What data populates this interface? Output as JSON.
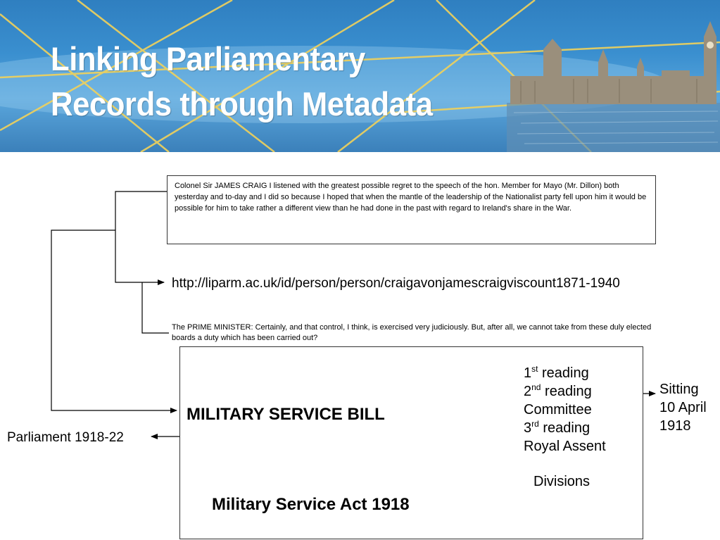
{
  "banner": {
    "title_line1": "Linking Parliamentary",
    "title_line2": "Records through Metadata"
  },
  "quote": {
    "text": "Colonel Sir JAMES CRAIG I listened with the greatest possible regret to the speech of the hon. Member for Mayo (Mr. Dillon) both yesterday and to-day and I did so because I hoped that when the mantle of the leadership of the Nationalist party fell upon him it would be possible for him to take rather a different view than he had done in the past with regard to Ireland's share in the War."
  },
  "person_url": "http://liparm.ac.uk/id/person/person/craigavonjamescraigviscount1871-1940",
  "pm_quote": "The PRIME MINISTER: Certainly, and that control, I think, is exercised very judiciously. But, after all, we cannot take from these duly elected boards a duty which has been carried out?",
  "bill": {
    "title": "MILITARY SERVICE BILL",
    "act": "Military Service Act 1918"
  },
  "parliament": "Parliament 1918-22",
  "stages": {
    "s1_num": "1",
    "s1_sup": "st",
    "s1_label": " reading",
    "s2_num": "2",
    "s2_sup": "nd",
    "s2_label": " reading",
    "s3": "Committee",
    "s4_num": "3",
    "s4_sup": "rd",
    "s4_label": " reading",
    "s5": "Royal Assent"
  },
  "sitting": {
    "line1": "Sitting",
    "line2": "10 April",
    "line3": "1918"
  },
  "divisions": "Divisions"
}
